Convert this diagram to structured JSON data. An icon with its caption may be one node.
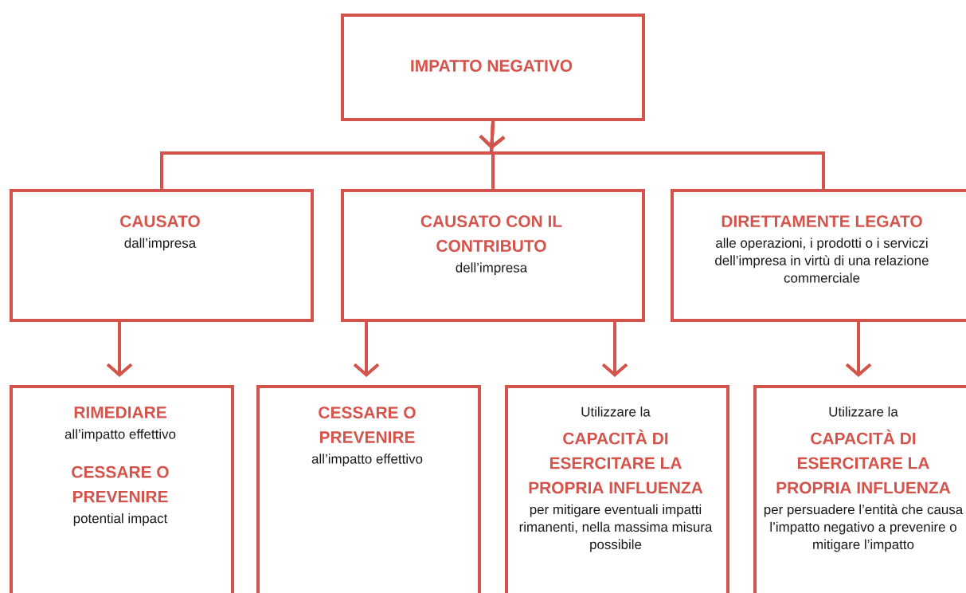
{
  "diagram": {
    "nodes": [
      {
        "text": [
          "IMPATTO NEGATIVO"
        ]
      },
      {
        "text": [
          "CAUSATO",
          "dall’impresa"
        ]
      },
      {
        "text": [
          "CAUSATO CON IL CONTRIBUTO",
          "dell’impresa"
        ]
      },
      {
        "text": [
          "DIRETTAMENTE LEGATO",
          "alle operazioni, i prodotti o i serviczi dell’impresa in virtù di una relazione commerciale"
        ]
      },
      {
        "text": [
          "RIMEDIARE",
          "all’impatto effettivo",
          "CESSARE O PREVENIRE",
          "potential impact"
        ]
      },
      {
        "text": [
          "CESSARE O PREVENIRE",
          "all’impatto effettivo"
        ]
      },
      {
        "text": [
          "Utilizzare la",
          "CAPACITÀ DI ESERCITARE LA PROPRIA INFLUENZA",
          "per mitigare eventuali impatti rimanenti, nella massima misura possibile"
        ]
      },
      {
        "text": [
          "Utilizzare la",
          "CAPACITÀ DI ESERCITARE LA PROPRIA INFLUENZA",
          "per persuadere l’entità che causa l’impatto negativo a prevenire o mitigare l’impatto"
        ]
      }
    ],
    "edges": [
      {
        "from": 0,
        "to": 1,
        "arrow": "to"
      },
      {
        "from": 0,
        "to": 2,
        "arrow": "to"
      },
      {
        "from": 0,
        "to": 3,
        "arrow": "to"
      },
      {
        "from": 1,
        "to": 4,
        "arrow": "to"
      },
      {
        "from": 2,
        "to": 5,
        "arrow": "to"
      },
      {
        "from": 2,
        "to": 6,
        "arrow": "to"
      },
      {
        "from": 3,
        "to": 7,
        "arrow": "to"
      }
    ]
  }
}
